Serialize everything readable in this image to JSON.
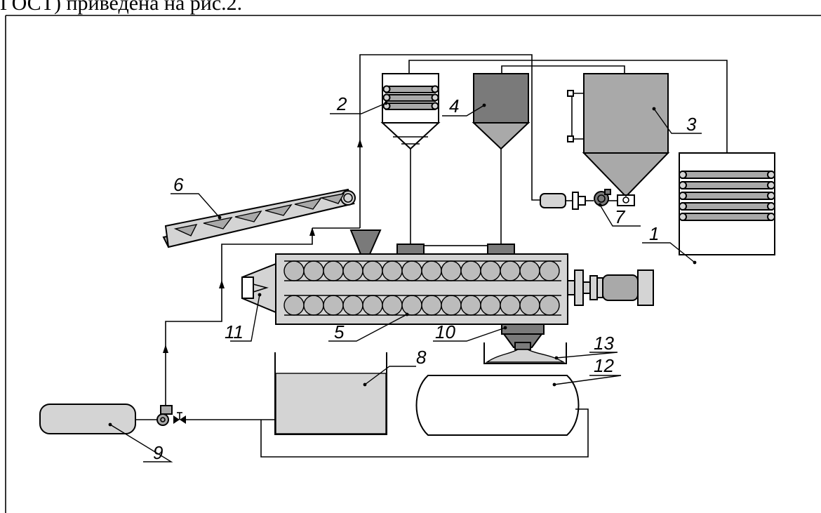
{
  "header": {
    "text": "ГОСТ) приведена на рис.2."
  },
  "labels": {
    "l1": "1",
    "l2": "2",
    "l3": "3",
    "l4": "4",
    "l5": "5",
    "l6": "6",
    "l7": "7",
    "l8": "8",
    "l9": "9",
    "l10": "10",
    "l11": "11",
    "l12": "12",
    "l13": "13"
  },
  "colors": {
    "light_fill": "#d4d4d4",
    "medium_fill": "#a9a9a9",
    "dark_fill": "#7a7a7a",
    "line": "#000000"
  }
}
